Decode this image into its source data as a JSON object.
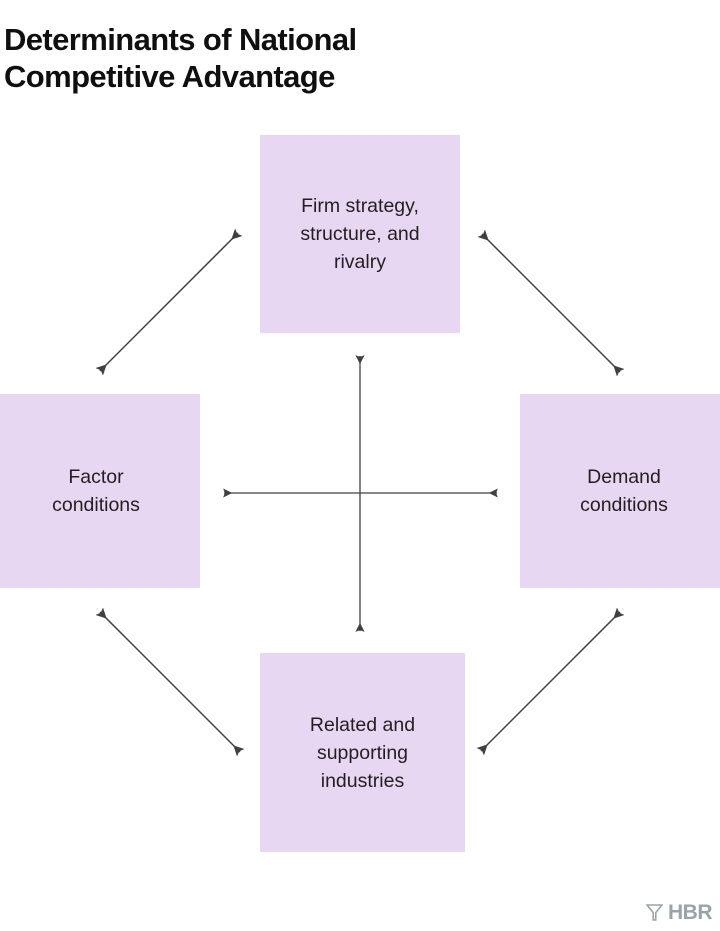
{
  "title": "Determinants of National\nCompetitive Advantage",
  "colors": {
    "node_fill": "#e7d7f2",
    "title_text": "#0f0f0f",
    "node_text": "#231f20",
    "arrow": "#3f3f46",
    "background": "#ffffff",
    "logo": "#9aa3a8"
  },
  "chart_data": {
    "type": "diagram",
    "title": "Determinants of National Competitive Advantage",
    "layout": "diamond",
    "nodes": [
      {
        "id": "firm-strategy",
        "position": "top",
        "label": "Firm strategy,\nstructure, and\nrivalry"
      },
      {
        "id": "factor-conditions",
        "position": "left",
        "label": "Factor\nconditions"
      },
      {
        "id": "demand-conditions",
        "position": "right",
        "label": "Demand\nconditions"
      },
      {
        "id": "related-industries",
        "position": "bottom",
        "label": "Related and\nsupporting\nindustries"
      }
    ],
    "edges": [
      {
        "from": "factor-conditions",
        "to": "firm-strategy",
        "style": "double-arrow",
        "orientation": "diagonal-up-right"
      },
      {
        "from": "firm-strategy",
        "to": "demand-conditions",
        "style": "double-arrow",
        "orientation": "diagonal-down-right"
      },
      {
        "from": "factor-conditions",
        "to": "related-industries",
        "style": "double-arrow",
        "orientation": "diagonal-down-right"
      },
      {
        "from": "related-industries",
        "to": "demand-conditions",
        "style": "double-arrow",
        "orientation": "diagonal-up-right"
      },
      {
        "from": "firm-strategy",
        "to": "related-industries",
        "style": "double-arrow",
        "orientation": "vertical"
      },
      {
        "from": "factor-conditions",
        "to": "demand-conditions",
        "style": "double-arrow",
        "orientation": "horizontal"
      }
    ]
  },
  "nodes": {
    "top": {
      "label": "Firm strategy,\nstructure, and\nrivalry"
    },
    "left": {
      "label": "Factor\nconditions"
    },
    "right": {
      "label": "Demand\nconditions"
    },
    "bottom": {
      "label": "Related and\nsupporting\nindustries"
    }
  },
  "logo": {
    "wordmark": "HBR",
    "mark": "hbr-funnel-icon"
  }
}
